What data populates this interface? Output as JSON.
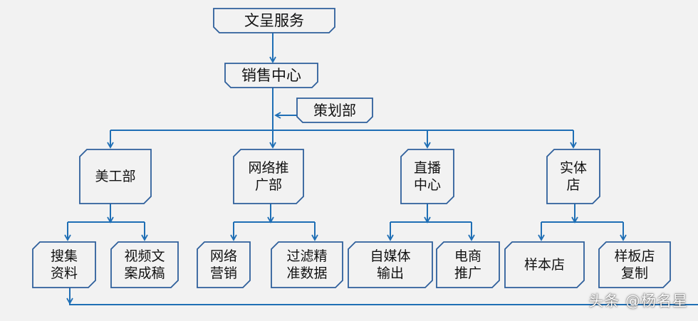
{
  "nodes": {
    "root": "文呈服务",
    "sales": "销售中心",
    "planning": "策划部",
    "art": "美工部",
    "network_promo": [
      "网络推",
      "广部"
    ],
    "live": [
      "直播",
      "中心"
    ],
    "store": [
      "实体",
      "店"
    ],
    "collect": [
      "搜集",
      "资料"
    ],
    "video": [
      "视频文",
      "案成稿"
    ],
    "net_marketing": [
      "网络",
      "营销"
    ],
    "filter": [
      "过滤精",
      "准数据"
    ],
    "self_media": [
      "自媒体",
      "输出"
    ],
    "ecommerce": [
      "电商",
      "推广"
    ],
    "sample_store": "样本店",
    "model_store": [
      "样板店",
      "复制"
    ]
  },
  "watermark": "头条 @杨名星",
  "colors": {
    "box_fill": "#f2f2f2",
    "box_stroke": "#2e5f9b",
    "arrow": "#1f6fb5",
    "background": "#f2f2f2"
  }
}
